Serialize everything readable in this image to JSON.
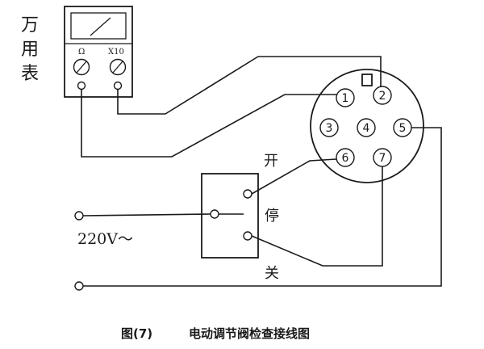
{
  "meter": {
    "title_chars": [
      "万",
      "用",
      "表"
    ],
    "ohm_label": "Ω",
    "range_label": "X10"
  },
  "socket": {
    "pins": [
      "1",
      "2",
      "3",
      "4",
      "5",
      "6",
      "7"
    ]
  },
  "switch": {
    "open_label": "开",
    "stop_label": "停",
    "close_label": "关"
  },
  "supply": {
    "voltage_label": "220V～"
  },
  "caption": {
    "figure": "图(7)",
    "text": "电动调节阀检查接线图"
  }
}
